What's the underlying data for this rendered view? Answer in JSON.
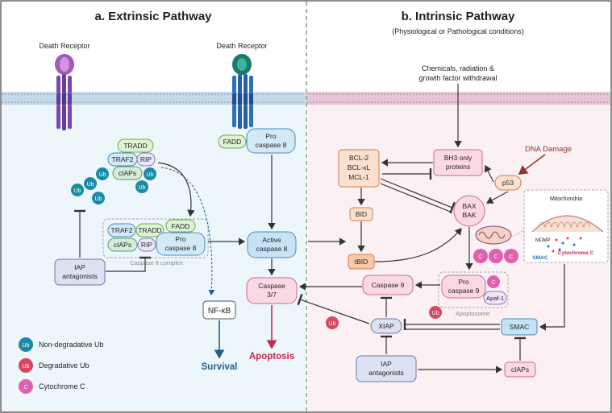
{
  "extrinsic": {
    "title": "a. Extrinsic Pathway",
    "death_receptor_left": "Death Receptor",
    "death_receptor_right": "Death Receptor",
    "tradd": "TRADD",
    "traf2": "TRAF2",
    "rip": "RIP",
    "ciaps": "cIAPs",
    "ub": "Ub",
    "fadd": "FADD",
    "pro_caspase8": [
      "Pro",
      "caspase 8"
    ],
    "complex_traf2": "TRAF2",
    "complex_tradd": "TRADD",
    "complex_fadd": "FADD",
    "complex_ciaps": "cIAPs",
    "complex_rip": "RIP",
    "complex_pro_caspase8": [
      "Pro",
      "caspase 8"
    ],
    "complex_label": "Caspase 8 complex",
    "iap_antagonists": [
      "IAP",
      "antagonists"
    ],
    "active_caspase8": [
      "Active",
      "caspase 8"
    ],
    "caspase37": [
      "Caspase",
      "3/7"
    ],
    "nfkb": "NF-κB",
    "survival": "Survival",
    "apoptosis": "Apoptosis"
  },
  "intrinsic": {
    "title": "b. Intrinsic Pathway",
    "subtitle": "(Physiological or Pathological conditions)",
    "stimulus": [
      "Chemicals, radiation &",
      "growth factor withdrawal"
    ],
    "bh3": [
      "BH3 only",
      "proteins"
    ],
    "bcl": [
      "BCL-2",
      "BCL-xL",
      "MCL-1"
    ],
    "dna_damage": "DNA Damage",
    "p53": "p53",
    "bid": "BID",
    "tbid": "tBID",
    "baxbak": [
      "BAX",
      "BAK"
    ],
    "mito_title": "Mitochondria",
    "momp": "MOMP",
    "cytochrome_c": "Cytochrome C",
    "smac_inset": "SMAC",
    "cyt_c_letter": "C",
    "caspase9": "Caspase 9",
    "pro_caspase9": [
      "Pro",
      "caspase 9"
    ],
    "apaf1": "Apaf-1",
    "apoptosome": "Apoptosome",
    "ub": "Ub",
    "xiap": "XIAP",
    "smac": "SMAC",
    "iap_antagonists": [
      "IAP",
      "antagonists"
    ],
    "ciaps": "cIAPs"
  },
  "legend": {
    "non_degradative": "Non-degradative Ub",
    "degradative": "Degradative Ub",
    "cytochrome": "Cytochrome C",
    "ub": "Ub",
    "c": "C"
  },
  "colors": {
    "left_bg": "#edf6fb",
    "right_bg": "#fbf0f4",
    "membrane_left": "#c5d8ea",
    "membrane_right": "#e6c6d6",
    "ub_teal": "#1b8aa6",
    "ub_red": "#d8465f",
    "cyt_c": "#e060b0",
    "apoptosis": "#c8264a",
    "survival": "#1f5e8c",
    "green_box": "#dff2d3",
    "blue_box": "#d3e9f6",
    "orange_box": "#fbe0cf",
    "pink_box": "#fbd8e4"
  }
}
